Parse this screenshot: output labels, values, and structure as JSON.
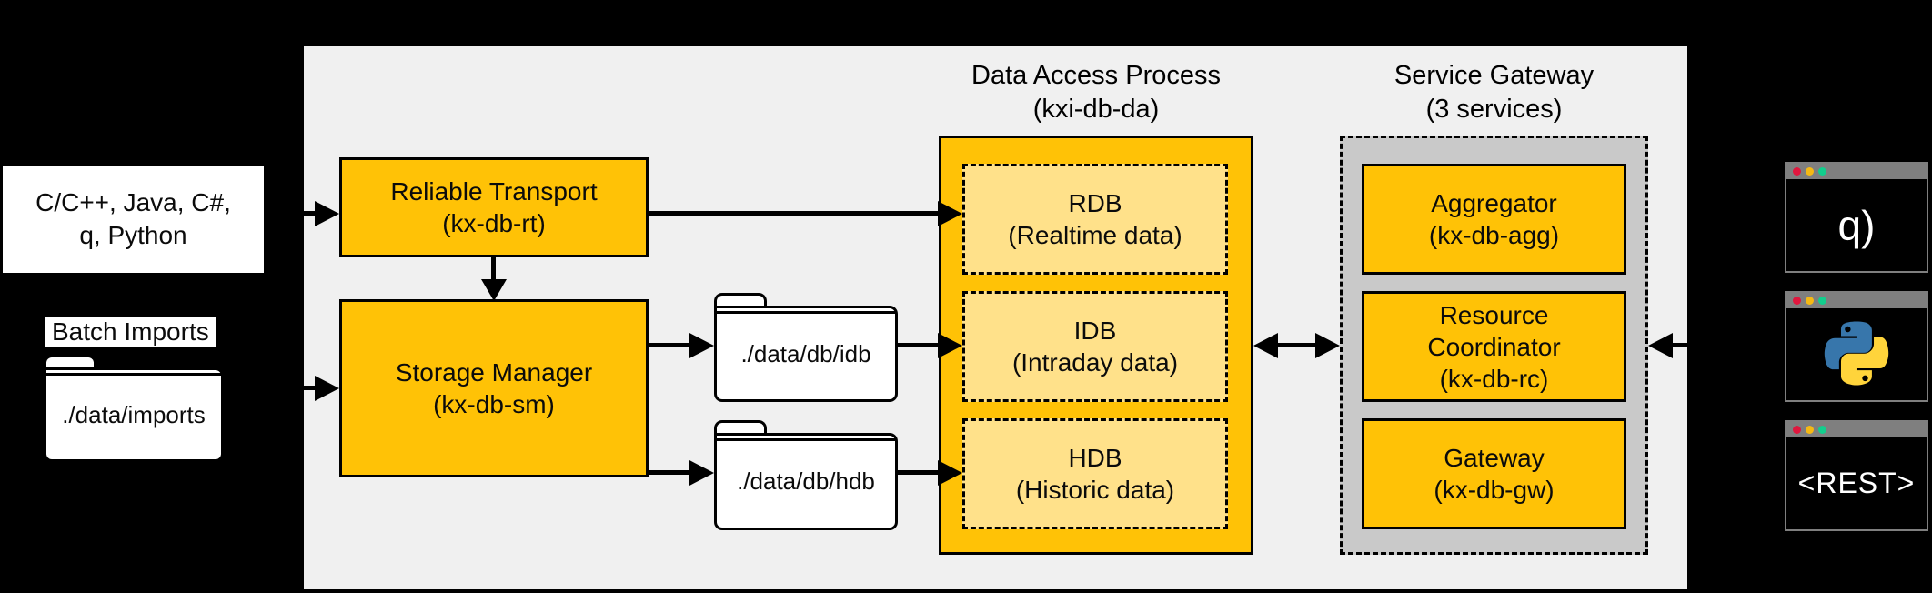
{
  "colors": {
    "background": "#000000",
    "panel": "#F0F0F0",
    "component_yellow": "#FFC206",
    "database_light_yellow": "#FFE18A",
    "gateway_gray": "#C9C9C9",
    "terminal_frame_gray": "#7F7F7F",
    "dot_red": "#E0173E",
    "dot_yellow": "#F5B914",
    "dot_green": "#12CE8D",
    "python_blue": "#3776AB",
    "python_yellow": "#FFD43B"
  },
  "clients": {
    "api_box": "C/C++, Java, C#,\nq, Python",
    "batch_imports_label": "Batch Imports",
    "imports_folder": "./data/imports"
  },
  "ingest": {
    "reliable_transport": {
      "name": "Reliable Transport",
      "service": "(kx-db-rt)"
    },
    "storage_manager": {
      "name": "Storage Manager",
      "service": "(kx-db-sm)"
    }
  },
  "storage_folders": {
    "idb": "./data/db/idb",
    "hdb": "./data/db/hdb"
  },
  "data_access_process": {
    "title": "Data Access Process",
    "subtitle": "(kxi-db-da)",
    "databases": [
      {
        "name": "RDB",
        "description": "(Realtime data)"
      },
      {
        "name": "IDB",
        "description": "(Intraday data)"
      },
      {
        "name": "HDB",
        "description": "(Historic data)"
      }
    ]
  },
  "service_gateway": {
    "title": "Service Gateway",
    "subtitle": "(3 services)",
    "services": [
      {
        "name": "Aggregator",
        "service": "(kx-db-agg)"
      },
      {
        "name": "Resource\nCoordinator",
        "service": "(kx-db-rc)"
      },
      {
        "name": "Gateway",
        "service": "(kx-db-gw)"
      }
    ]
  },
  "consumers": {
    "q_terminal": "q)",
    "python_terminal_icon": "python-logo",
    "rest_terminal": "<REST>"
  }
}
